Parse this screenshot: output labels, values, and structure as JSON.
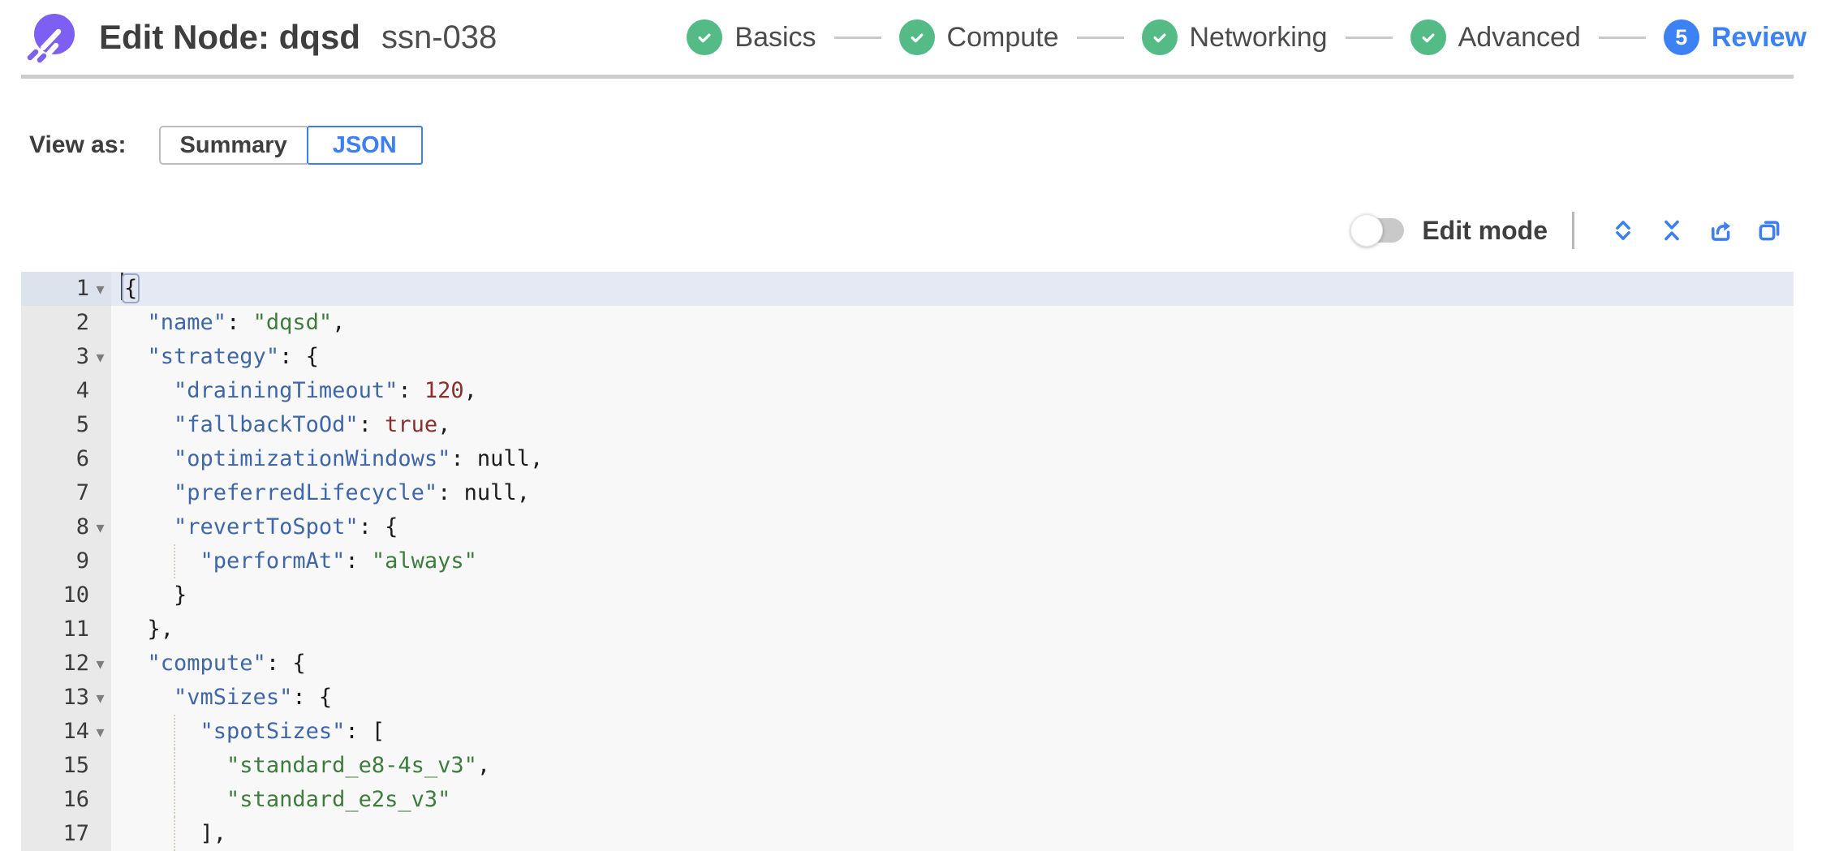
{
  "header": {
    "title": "Edit Node: dqsd",
    "subtitle": "ssn-038",
    "steps": [
      {
        "label": "Basics",
        "state": "complete"
      },
      {
        "label": "Compute",
        "state": "complete"
      },
      {
        "label": "Networking",
        "state": "complete"
      },
      {
        "label": "Advanced",
        "state": "complete"
      },
      {
        "label": "Review",
        "state": "active",
        "number": "5"
      }
    ]
  },
  "view_as": {
    "label": "View as:",
    "options": [
      {
        "label": "Summary",
        "selected": false
      },
      {
        "label": "JSON",
        "selected": true
      }
    ]
  },
  "toolbar": {
    "edit_mode_label": "Edit mode",
    "edit_mode_on": false,
    "icons": [
      "expand-all-icon",
      "collapse-all-icon",
      "export-icon",
      "copy-icon"
    ]
  },
  "colors": {
    "brand_purple": "#7d5ff2",
    "success_green": "#54bb87",
    "accent_blue": "#3d7ef5",
    "gutter_bg": "#e9e9e9",
    "code_bg": "#f8f8f8",
    "active_line_bg": "#e4e9f3",
    "syntax_key": "#3e66a8",
    "syntax_string": "#3e7c3e",
    "syntax_number": "#8b2e2e"
  },
  "editor": {
    "lines": [
      {
        "n": 1,
        "fold": true,
        "active": true,
        "seg": [
          {
            "c": "cur",
            "t": ""
          },
          {
            "c": "p mbx",
            "t": "{"
          }
        ]
      },
      {
        "n": 2,
        "seg": [
          {
            "c": "p",
            "t": "  "
          },
          {
            "c": "k",
            "t": "\"name\""
          },
          {
            "c": "p",
            "t": ": "
          },
          {
            "c": "s",
            "t": "\"dqsd\""
          },
          {
            "c": "p",
            "t": ","
          }
        ]
      },
      {
        "n": 3,
        "fold": true,
        "seg": [
          {
            "c": "p",
            "t": "  "
          },
          {
            "c": "k",
            "t": "\"strategy\""
          },
          {
            "c": "p",
            "t": ": {"
          }
        ]
      },
      {
        "n": 4,
        "seg": [
          {
            "c": "p",
            "t": "    "
          },
          {
            "c": "k",
            "t": "\"drainingTimeout\""
          },
          {
            "c": "p",
            "t": ": "
          },
          {
            "c": "n",
            "t": "120"
          },
          {
            "c": "p",
            "t": ","
          }
        ]
      },
      {
        "n": 5,
        "seg": [
          {
            "c": "p",
            "t": "    "
          },
          {
            "c": "k",
            "t": "\"fallbackToOd\""
          },
          {
            "c": "p",
            "t": ": "
          },
          {
            "c": "n",
            "t": "true"
          },
          {
            "c": "p",
            "t": ","
          }
        ]
      },
      {
        "n": 6,
        "seg": [
          {
            "c": "p",
            "t": "    "
          },
          {
            "c": "k",
            "t": "\"optimizationWindows\""
          },
          {
            "c": "p",
            "t": ": "
          },
          {
            "c": "nul",
            "t": "null"
          },
          {
            "c": "p",
            "t": ","
          }
        ]
      },
      {
        "n": 7,
        "seg": [
          {
            "c": "p",
            "t": "    "
          },
          {
            "c": "k",
            "t": "\"preferredLifecycle\""
          },
          {
            "c": "p",
            "t": ": "
          },
          {
            "c": "nul",
            "t": "null"
          },
          {
            "c": "p",
            "t": ","
          }
        ]
      },
      {
        "n": 8,
        "fold": true,
        "seg": [
          {
            "c": "p",
            "t": "    "
          },
          {
            "c": "k",
            "t": "\"revertToSpot\""
          },
          {
            "c": "p",
            "t": ": {"
          }
        ]
      },
      {
        "n": 9,
        "guides": [
          4
        ],
        "seg": [
          {
            "c": "p",
            "t": "      "
          },
          {
            "c": "k",
            "t": "\"performAt\""
          },
          {
            "c": "p",
            "t": ": "
          },
          {
            "c": "s",
            "t": "\"always\""
          }
        ]
      },
      {
        "n": 10,
        "seg": [
          {
            "c": "p",
            "t": "    }"
          }
        ]
      },
      {
        "n": 11,
        "seg": [
          {
            "c": "p",
            "t": "  },"
          }
        ]
      },
      {
        "n": 12,
        "fold": true,
        "seg": [
          {
            "c": "p",
            "t": "  "
          },
          {
            "c": "k",
            "t": "\"compute\""
          },
          {
            "c": "p",
            "t": ": {"
          }
        ]
      },
      {
        "n": 13,
        "fold": true,
        "seg": [
          {
            "c": "p",
            "t": "    "
          },
          {
            "c": "k",
            "t": "\"vmSizes\""
          },
          {
            "c": "p",
            "t": ": {"
          }
        ]
      },
      {
        "n": 14,
        "fold": true,
        "guides": [
          4
        ],
        "seg": [
          {
            "c": "p",
            "t": "      "
          },
          {
            "c": "k",
            "t": "\"spotSizes\""
          },
          {
            "c": "p",
            "t": ": ["
          }
        ]
      },
      {
        "n": 15,
        "guides": [
          4
        ],
        "seg": [
          {
            "c": "p",
            "t": "        "
          },
          {
            "c": "s",
            "t": "\"standard_e8-4s_v3\""
          },
          {
            "c": "p",
            "t": ","
          }
        ]
      },
      {
        "n": 16,
        "guides": [
          4
        ],
        "seg": [
          {
            "c": "p",
            "t": "        "
          },
          {
            "c": "s",
            "t": "\"standard_e2s_v3\""
          }
        ]
      },
      {
        "n": 17,
        "guides": [
          4
        ],
        "seg": [
          {
            "c": "p",
            "t": "      ],"
          }
        ]
      }
    ]
  }
}
